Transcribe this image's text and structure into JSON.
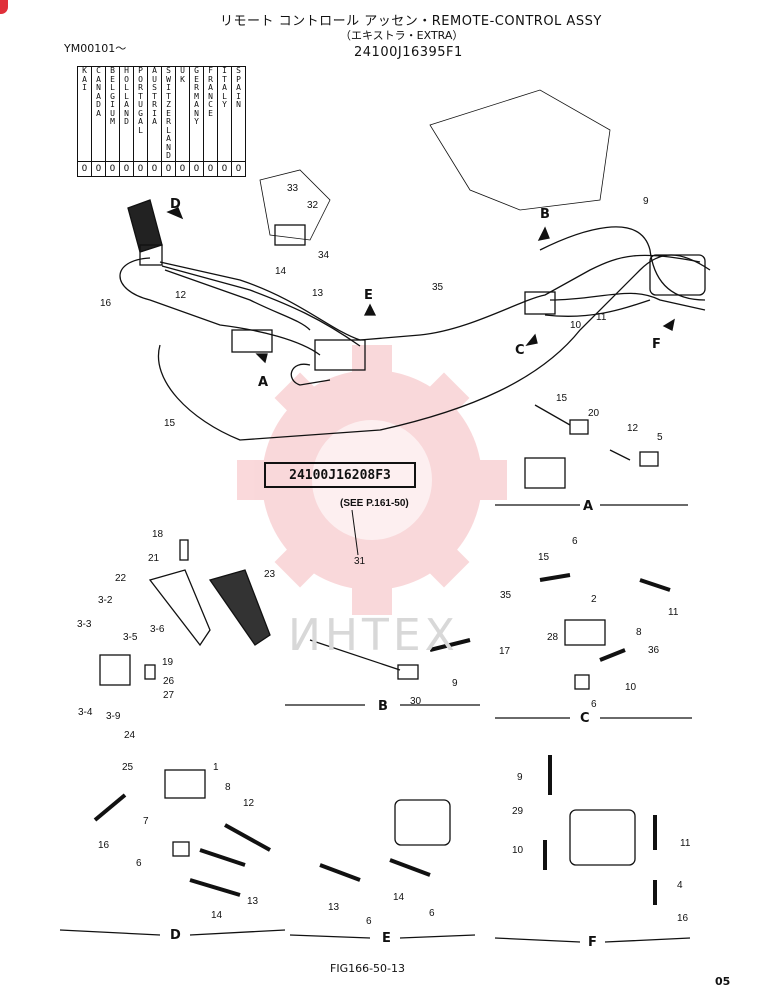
{
  "header": {
    "title": "リモート コントロール アッセン・REMOTE-CONTROL ASSY",
    "subtitle": "（エキストラ・EXTRA）",
    "part_code": "24100J16395F1",
    "serial": "YM00101～"
  },
  "countries": [
    {
      "name": "KAI",
      "mark": "O"
    },
    {
      "name": "CANADA",
      "mark": "O"
    },
    {
      "name": "BELGIUM",
      "mark": "O"
    },
    {
      "name": "HOLLAND",
      "mark": "O"
    },
    {
      "name": "PORTUGAL",
      "mark": "O"
    },
    {
      "name": "AUSTRIA",
      "mark": "O"
    },
    {
      "name": "SWITZER LAND",
      "mark": "O"
    },
    {
      "name": "UK",
      "mark": "O"
    },
    {
      "name": "GERMANY",
      "mark": "O"
    },
    {
      "name": "FRANCE",
      "mark": "O"
    },
    {
      "name": "ITALY",
      "mark": "O"
    },
    {
      "name": "SPAIN",
      "mark": "O"
    }
  ],
  "ref_part": {
    "number": "24100J16208F3",
    "see": "(SEE P.161-50)",
    "callout": "31"
  },
  "views": {
    "A": "A",
    "B": "B",
    "C": "C",
    "D": "D",
    "E": "E",
    "F": "F"
  },
  "main_labels": {
    "n33": "33",
    "n32": "32",
    "n34": "34",
    "n14": "14",
    "n13": "13",
    "n12": "12",
    "n16": "16",
    "n15": "15",
    "n35": "35",
    "n9": "9",
    "n11": "11",
    "n10": "10"
  },
  "detail_a": {
    "n15": "15",
    "n20": "20",
    "n12": "12",
    "n5": "5"
  },
  "detail_left": {
    "n18": "18",
    "n21": "21",
    "n22": "22",
    "n23": "23",
    "n3_2": "3-2",
    "n3_3": "3-3",
    "n3_5": "3-5",
    "n3_6": "3-6",
    "n19": "19",
    "n26": "26",
    "n27": "27",
    "n3_4": "3-4",
    "n3_9": "3-9"
  },
  "detail_b": {
    "n30": "30",
    "n9": "9"
  },
  "detail_c": {
    "n6a": "6",
    "n15": "15",
    "n35": "35",
    "n2": "2",
    "n11": "11",
    "n8": "8",
    "n28": "28",
    "n36": "36",
    "n17": "17",
    "n10": "10",
    "n6b": "6"
  },
  "detail_d": {
    "n24": "24",
    "n25": "25",
    "n1": "1",
    "n8": "8",
    "n12": "12",
    "n7": "7",
    "n16": "16",
    "n6": "6",
    "n13": "13",
    "n14": "14"
  },
  "detail_e": {
    "n13": "13",
    "n14": "14",
    "n6a": "6",
    "n6b": "6"
  },
  "detail_f": {
    "n9": "9",
    "n29": "29",
    "n10": "10",
    "n11": "11",
    "n4": "4",
    "n16": "16"
  },
  "watermark": "ИНТЕХ",
  "footer": {
    "fig": "FIG166-50-13",
    "page": "05"
  }
}
